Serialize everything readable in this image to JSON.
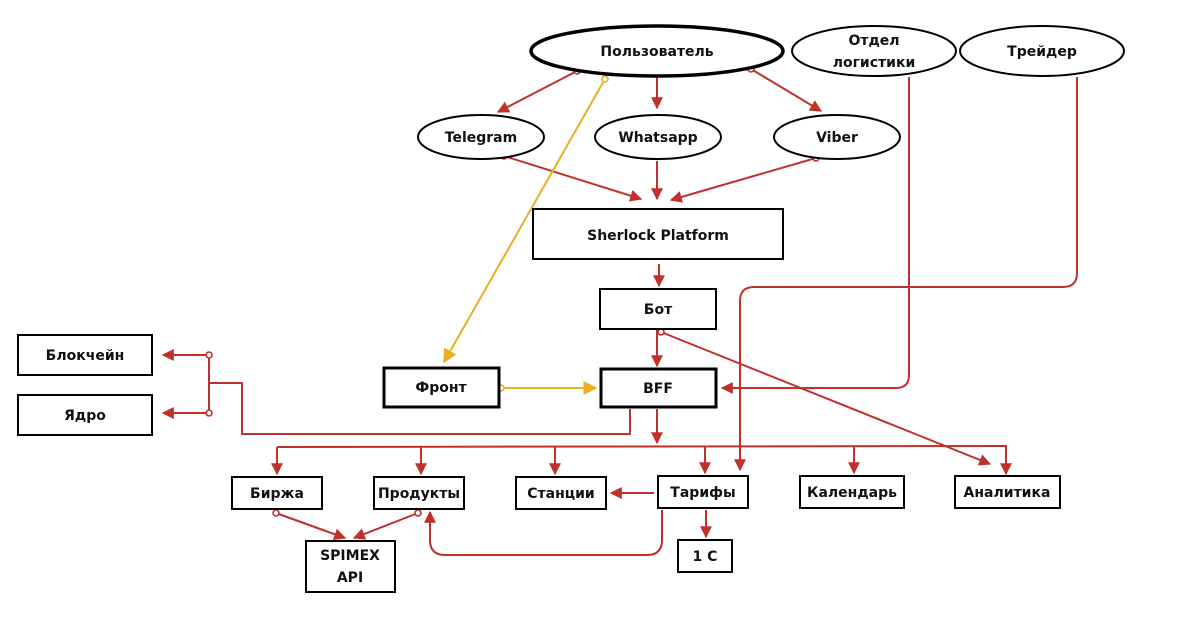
{
  "colors": {
    "edge": "#c0312b",
    "front_edge": "#e8b020",
    "node_stroke": "#000000",
    "text": "#111111"
  },
  "nodes": {
    "user": "Пользователь",
    "logistics": [
      "Отдел",
      "логистики"
    ],
    "trader": "Трейдер",
    "telegram": "Telegram",
    "whatsapp": "Whatsapp",
    "viber": "Viber",
    "sherlock": "Sherlock Platform",
    "bot": "Бот",
    "blockchain": "Блокчейн",
    "core": "Ядро",
    "front": "Фронт",
    "bff": "BFF",
    "exchange": "Биржа",
    "products": "Продукты",
    "stations": "Станции",
    "tariffs": "Тарифы",
    "calendar": "Календарь",
    "analytics": "Аналитика",
    "spimex": [
      "SPIMEX",
      "API"
    ],
    "onec": "1 C"
  },
  "edges": [
    {
      "from": "Пользователь",
      "to": "Telegram"
    },
    {
      "from": "Пользователь",
      "to": "Whatsapp"
    },
    {
      "from": "Пользователь",
      "to": "Viber"
    },
    {
      "from": "Пользователь",
      "to": "Фронт",
      "style": "front"
    },
    {
      "from": "Telegram",
      "to": "Sherlock Platform"
    },
    {
      "from": "Whatsapp",
      "to": "Sherlock Platform"
    },
    {
      "from": "Viber",
      "to": "Sherlock Platform"
    },
    {
      "from": "Sherlock Platform",
      "to": "Бот"
    },
    {
      "from": "Бот",
      "to": "BFF"
    },
    {
      "from": "Бот",
      "to": "Аналитика"
    },
    {
      "from": "Фронт",
      "to": "BFF",
      "style": "front"
    },
    {
      "from": "Отдел логистики",
      "to": "BFF"
    },
    {
      "from": "Трейдер",
      "to": "Тарифы"
    },
    {
      "from": "BFF",
      "to": "Блокчейн"
    },
    {
      "from": "BFF",
      "to": "Ядро"
    },
    {
      "from": "BFF",
      "to": "Биржа"
    },
    {
      "from": "BFF",
      "to": "Продукты"
    },
    {
      "from": "BFF",
      "to": "Станции"
    },
    {
      "from": "BFF",
      "to": "Тарифы"
    },
    {
      "from": "BFF",
      "to": "Календарь"
    },
    {
      "from": "BFF",
      "to": "Аналитика"
    },
    {
      "from": "Тарифы",
      "to": "Станции"
    },
    {
      "from": "Тарифы",
      "to": "Продукты"
    },
    {
      "from": "Тарифы",
      "to": "1 C"
    },
    {
      "from": "Биржа",
      "to": "SPIMEX API"
    },
    {
      "from": "Продукты",
      "to": "SPIMEX API"
    }
  ]
}
